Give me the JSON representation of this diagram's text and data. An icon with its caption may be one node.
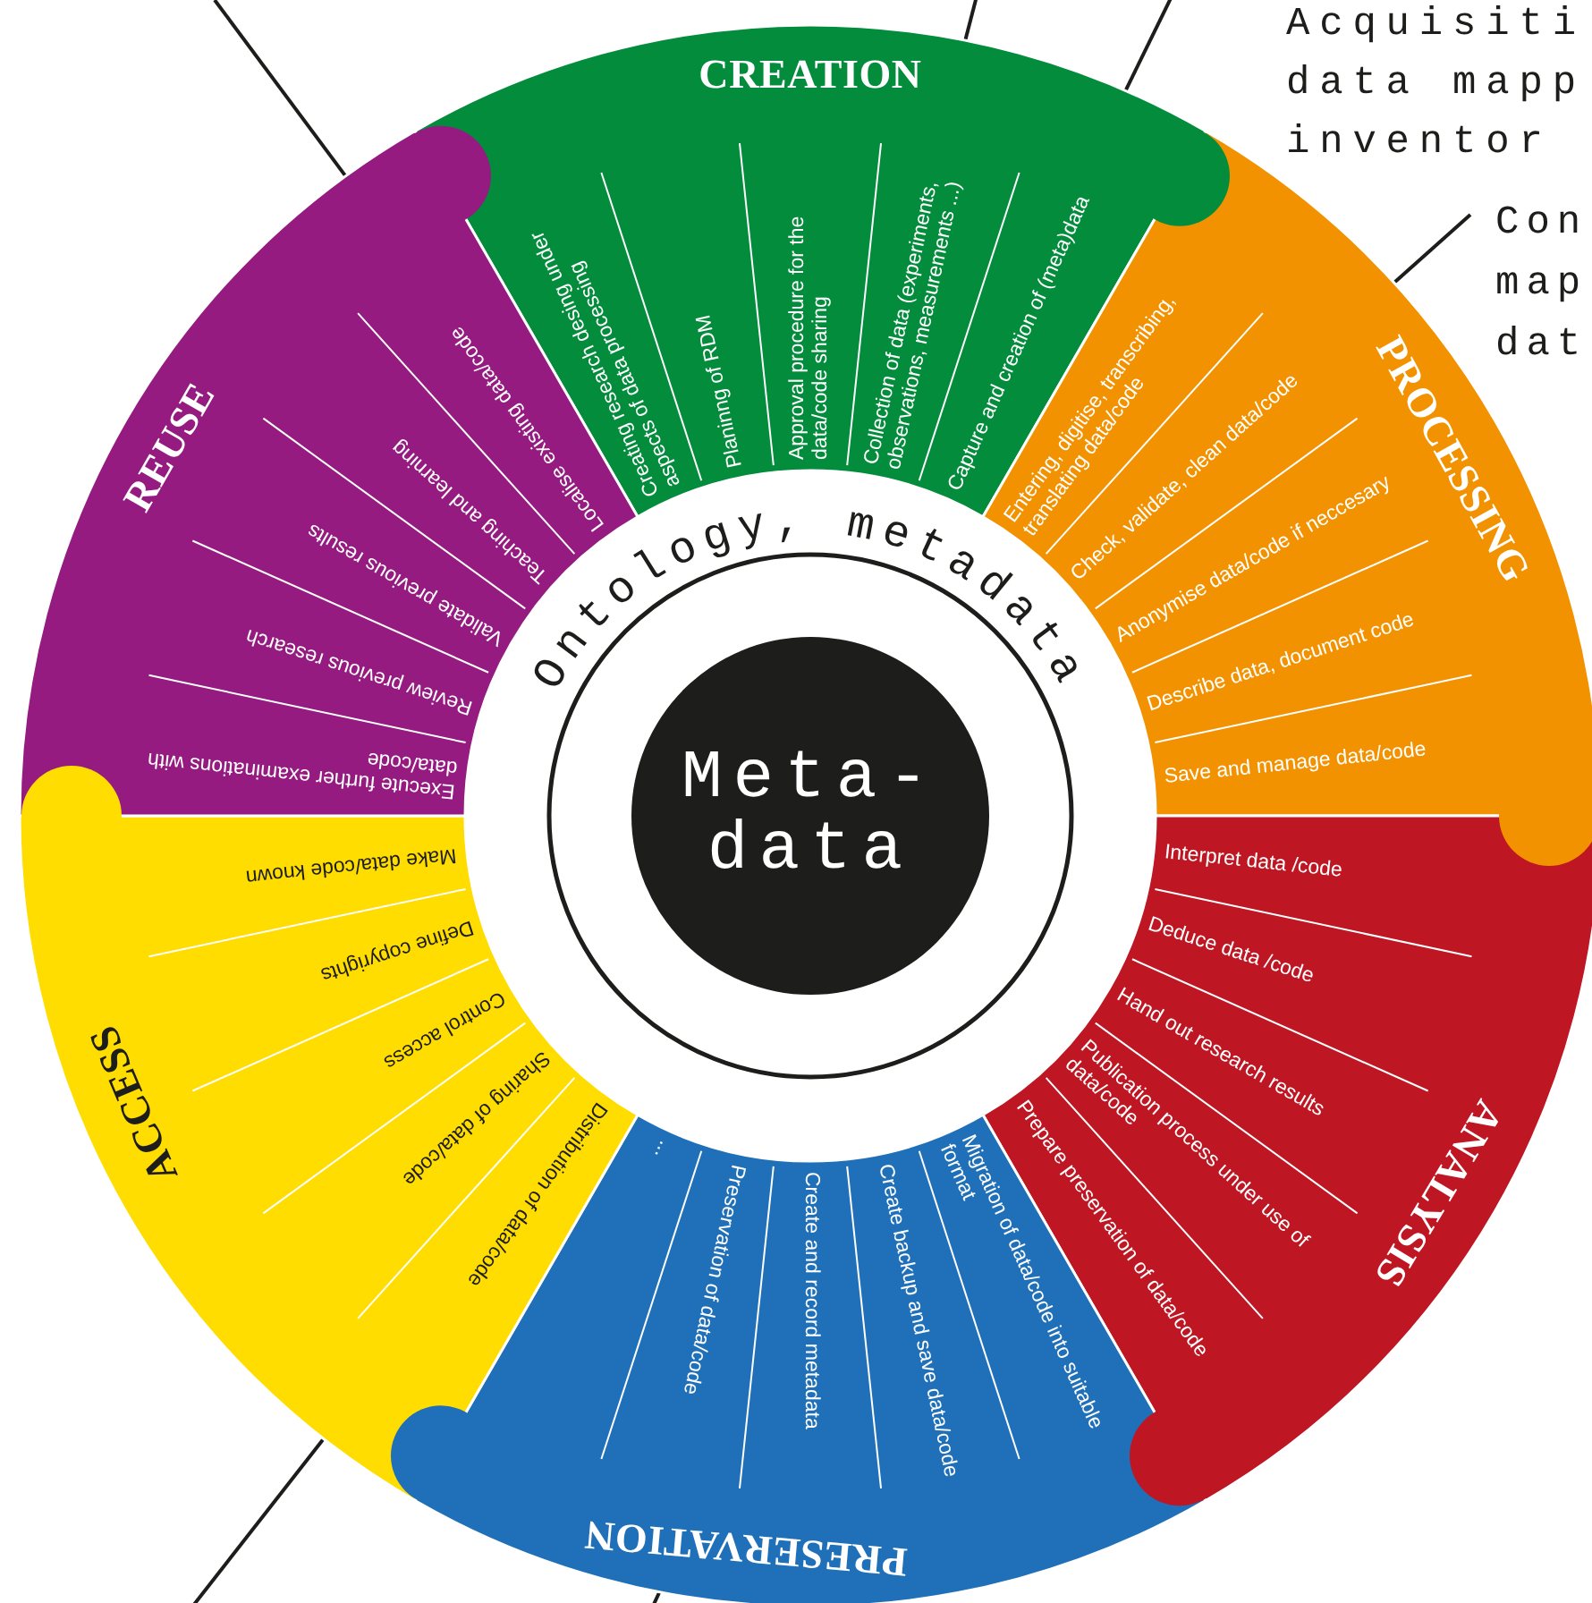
{
  "diagram": {
    "nodes": [
      {
        "text": [
          "Ontology, metadata"
        ]
      },
      {
        "text": [
          "Meta-data"
        ],
        "in": 0
      },
      {
        "text": [
          "CREATION",
          "Creating research desing under aspects of data processing",
          "Planinng of RDM",
          "Approval procedure for the data/code sharing",
          "Collection of data (experiments, observations, measurements ...)",
          "Capture and creation of (meta)data"
        ]
      },
      {
        "text": [
          "PROCESSING",
          "Entering, digitise, transcribing, translating data/code",
          "Check, validate, clean data/code",
          "Anonymise data/code if neccesary",
          "Describe data, document code",
          "Save and manage data/code"
        ]
      },
      {
        "text": [
          "ANALYSIS",
          "Interpret data /code",
          "Deduce data /code",
          "Hand out research results",
          "Publication process under use of data/code",
          "Prepare preservation of data/code"
        ]
      },
      {
        "text": [
          "PRESERVATION",
          "Migration of data/code into suitable format",
          "Create backup and save data/code",
          "Create and record metadata",
          "Preservation of data/code",
          "..."
        ]
      },
      {
        "text": [
          "ACCESS",
          "Distribution of data/code",
          "Sharing of data/code",
          "Control access",
          "Define copyrights",
          "Make data/code known"
        ]
      },
      {
        "text": [
          "REUSE",
          "Execute further examinations with data/code",
          "Review previous research",
          "Validate previous results",
          "Teaching and learning",
          "Localise existing data/code"
        ]
      },
      {
        "text": [
          "Con map dat"
        ]
      }
    ],
    "edges": [
      {
        "from": null,
        "to": 7,
        "arrow": "none"
      },
      {
        "from": null,
        "to": 2,
        "arrow": "none"
      },
      {
        "from": null,
        "to": 2,
        "arrow": "none"
      },
      {
        "from": 8,
        "to": 3,
        "arrow": "none"
      },
      {
        "from": null,
        "to": 6,
        "arrow": "none"
      },
      {
        "from": null,
        "to": 5,
        "arrow": "none"
      }
    ],
    "labels": [
      "Acquisiti data mapp inventor"
    ]
  }
}
